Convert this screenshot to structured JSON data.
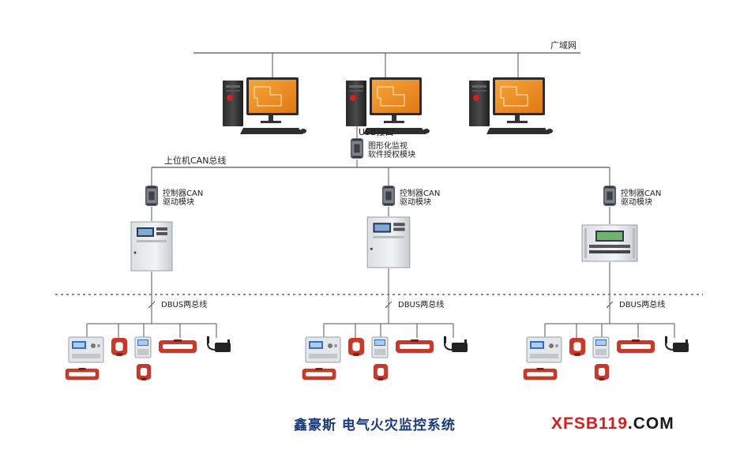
{
  "labels": {
    "wan": "广域网",
    "usb": "USB接口",
    "monitor_module_line1": "图形化监视",
    "monitor_module_line2": "软件授权模块",
    "can_bus": "上位机CAN总线",
    "driver_line1": "控制器CAN",
    "driver_line2": "驱动模块",
    "dbus": "DBUS两总线"
  },
  "caption": "鑫豪斯 电气火灾监控系统",
  "watermark": {
    "red": "XFSB119",
    "dark": ".COM"
  },
  "colors": {
    "accent_orange": "#f08a1c",
    "caption_blue": "#1a3a7a",
    "watermark_red": "#d42020",
    "sensor_red": "#c8392a",
    "line": "#555555"
  }
}
